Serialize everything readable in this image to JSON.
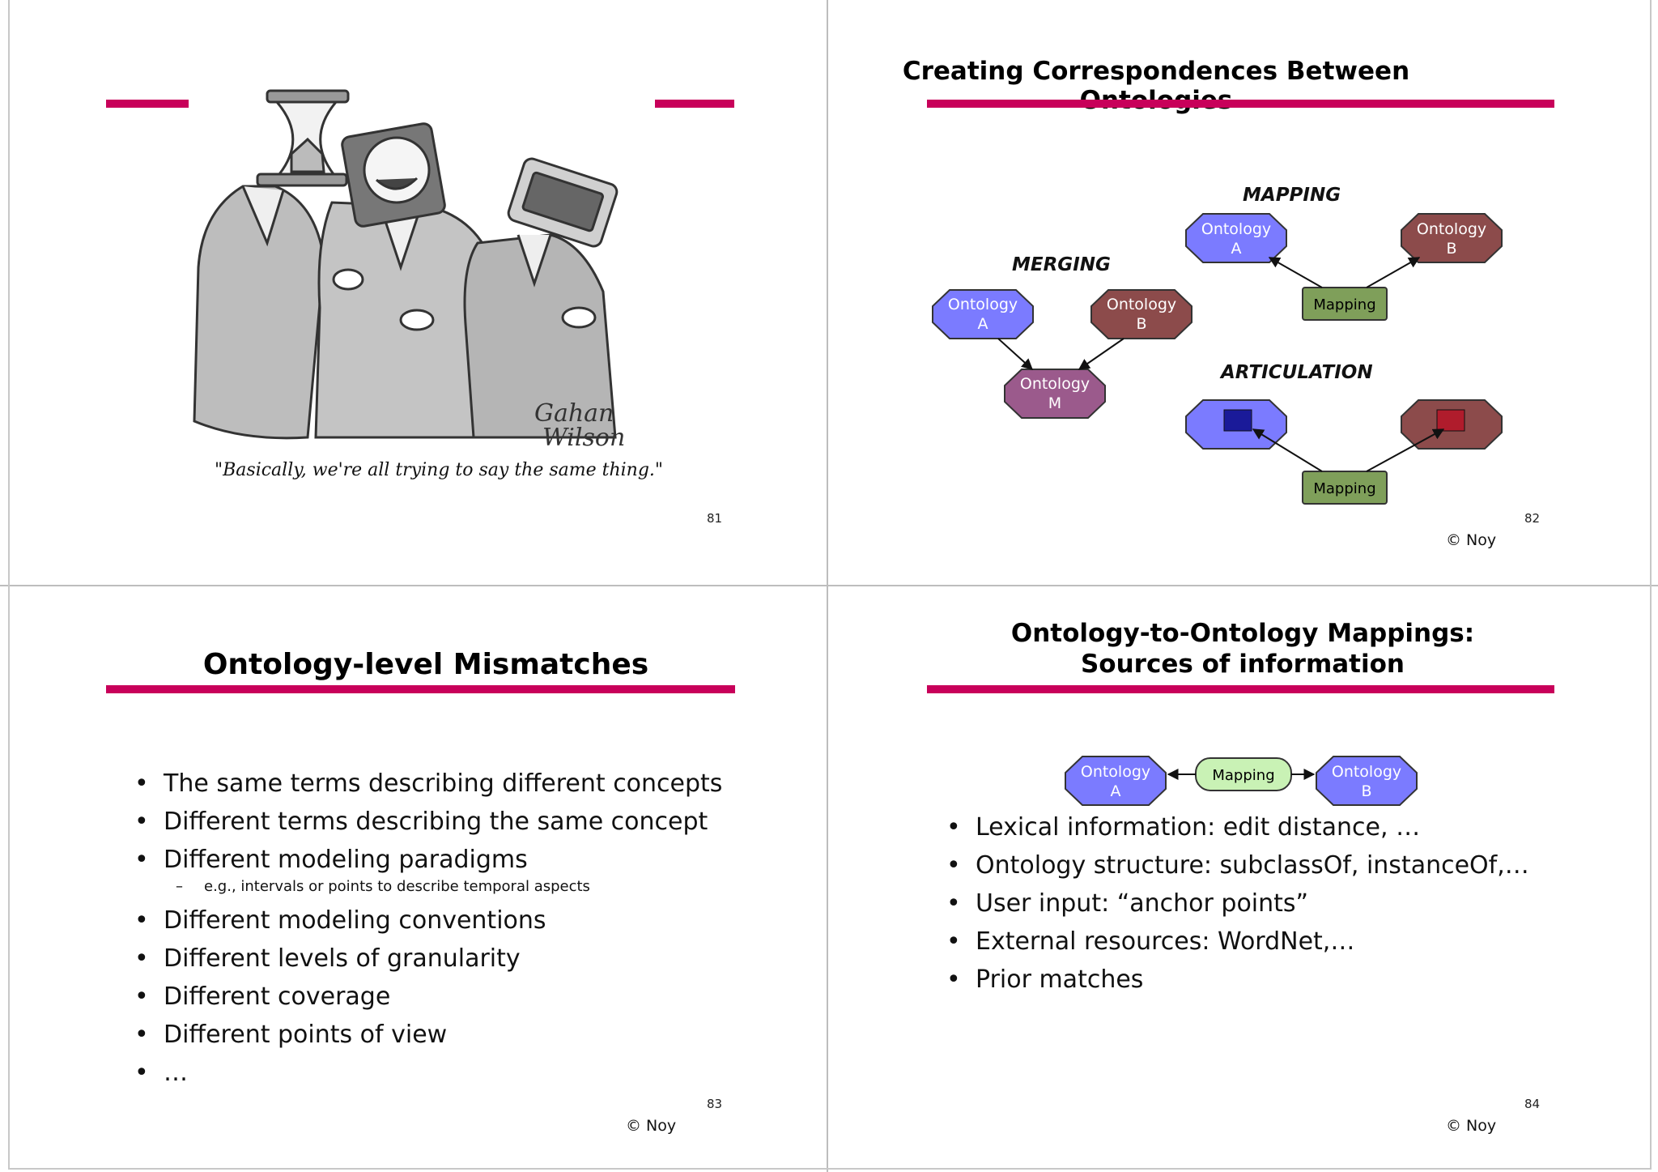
{
  "slides": {
    "s81": {
      "caption": "\"Basically, we're all trying to say the same thing.\"",
      "page_number": "81"
    },
    "s82": {
      "title": "Creating Correspondences Between Ontologies",
      "merging_label": "MERGING",
      "mapping_label": "MAPPING",
      "articulation_label": "ARTICULATION",
      "node_ontology": "Ontology",
      "node_a": "A",
      "node_b": "B",
      "node_m": "M",
      "mapping_box": "Mapping",
      "page_number": "82",
      "copyright": "© Noy"
    },
    "s83": {
      "title": "Ontology-level Mismatches",
      "bullets": [
        "The same terms describing different concepts",
        "Different terms describing the same concept",
        "Different modeling paradigms",
        "e.g., intervals or points to describe temporal aspects",
        "Different modeling conventions",
        "Different levels of granularity",
        "Different coverage",
        "Different points of view",
        "…"
      ],
      "page_number": "83",
      "copyright": "© Noy"
    },
    "s84": {
      "title_line1": "Ontology-to-Ontology Mappings:",
      "title_line2": "Sources of information",
      "node_ontology": "Ontology",
      "node_a": "A",
      "node_b": "B",
      "mapping_box": "Mapping",
      "bullets": [
        "Lexical information: edit distance, …",
        "Ontology structure: subclassOf, instanceOf,…",
        "User input: “anchor points”",
        "External resources: WordNet,…",
        "Prior matches"
      ],
      "page_number": "84",
      "copyright": "© Noy"
    }
  },
  "colors": {
    "accent_bar": "#c8005a",
    "ontology_a": "#7b7bff",
    "ontology_b": "#8c4b4b",
    "ontology_m": "#9b5a8c",
    "mapping_box": "#7f9f5a",
    "mapping_box_light": "#c9f2b5"
  }
}
